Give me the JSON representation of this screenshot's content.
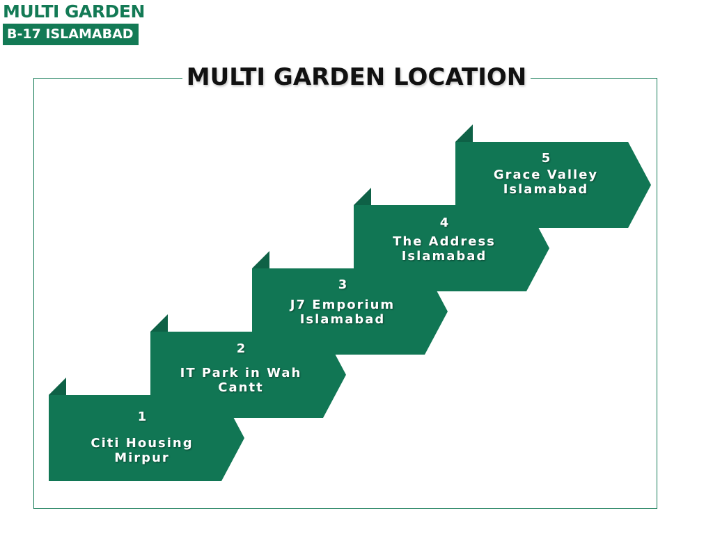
{
  "logo": {
    "line1": "MULTI GARDEN",
    "line2": "B-17 ISLAMABAD"
  },
  "title": "MULTI GARDEN LOCATION",
  "colors": {
    "brand_green": "#137a55",
    "step_green": "#117654",
    "step_dark": "#0e6146"
  },
  "steps": [
    {
      "number": "1",
      "label_line1": "Citi Housing",
      "label_line2": "Mirpur"
    },
    {
      "number": "2",
      "label_line1": "IT Park in Wah",
      "label_line2": "Cantt"
    },
    {
      "number": "3",
      "label_line1": "J7 Emporium",
      "label_line2": "Islamabad"
    },
    {
      "number": "4",
      "label_line1": "The Address",
      "label_line2": "Islamabad"
    },
    {
      "number": "5",
      "label_line1": "Grace Valley",
      "label_line2": "Islamabad"
    }
  ]
}
